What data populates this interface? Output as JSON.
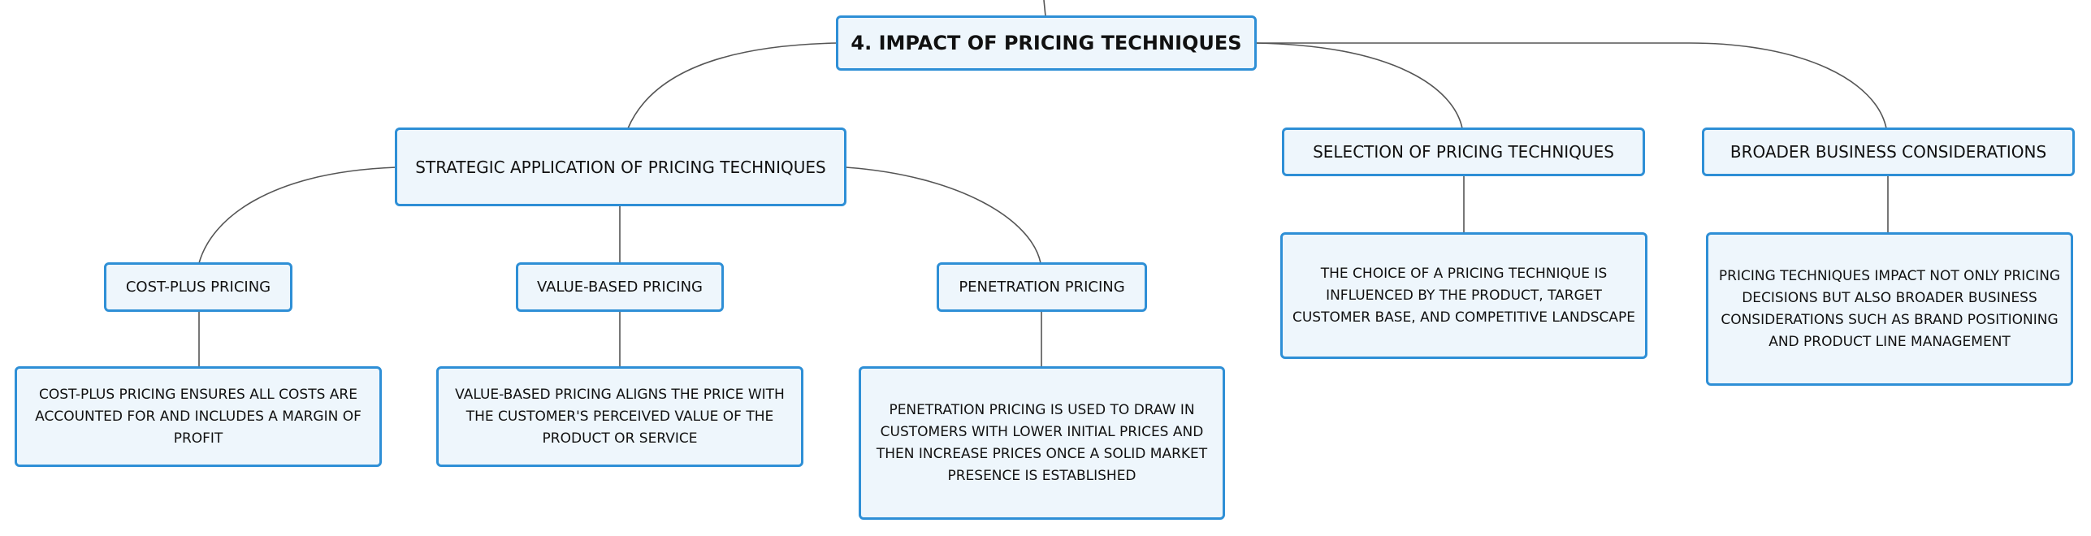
{
  "root": {
    "label": "4. IMPACT OF PRICING TECHNIQUES"
  },
  "branches": [
    {
      "label": "STRATEGIC APPLICATION OF PRICING TECHNIQUES",
      "children": [
        {
          "label": "COST-PLUS PRICING",
          "detail": "COST-PLUS PRICING ENSURES ALL COSTS ARE ACCOUNTED FOR AND INCLUDES A MARGIN OF PROFIT"
        },
        {
          "label": "VALUE-BASED PRICING",
          "detail": "VALUE-BASED PRICING ALIGNS THE PRICE WITH THE CUSTOMER'S PERCEIVED VALUE OF THE PRODUCT OR SERVICE"
        },
        {
          "label": "PENETRATION PRICING",
          "detail": "PENETRATION PRICING IS USED TO DRAW IN CUSTOMERS WITH LOWER INITIAL PRICES AND THEN INCREASE PRICES ONCE A SOLID MARKET PRESENCE IS ESTABLISHED"
        }
      ]
    },
    {
      "label": "SELECTION OF PRICING TECHNIQUES",
      "detail": "THE CHOICE OF A PRICING TECHNIQUE IS INFLUENCED BY THE PRODUCT, TARGET CUSTOMER BASE, AND COMPETITIVE LANDSCAPE"
    },
    {
      "label": "BROADER BUSINESS CONSIDERATIONS",
      "detail": "PRICING TECHNIQUES IMPACT NOT ONLY PRICING DECISIONS BUT ALSO BROADER BUSINESS CONSIDERATIONS SUCH AS BRAND POSITIONING AND PRODUCT LINE MANAGEMENT"
    }
  ],
  "colors": {
    "node_border": "#2e8fd6",
    "node_fill": "#eef6fc",
    "connector": "#555555"
  }
}
